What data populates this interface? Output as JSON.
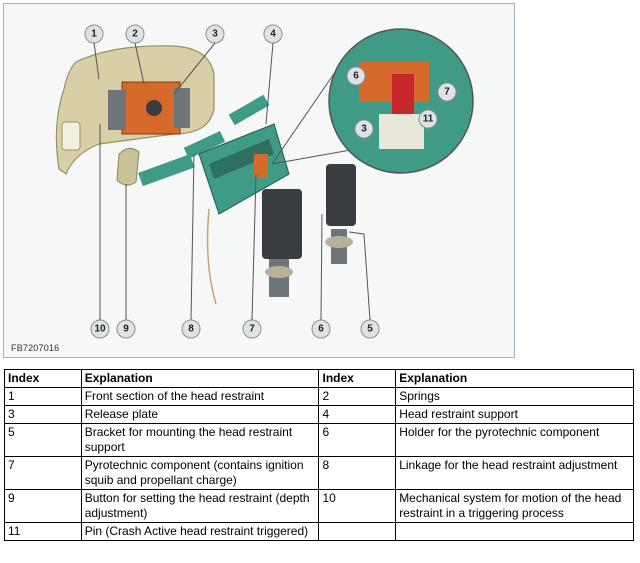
{
  "figure": {
    "code": "FB7207016",
    "callouts": [
      "1",
      "2",
      "3",
      "4",
      "5",
      "6",
      "7",
      "8",
      "9",
      "10"
    ],
    "zoom_callouts": [
      "6",
      "7",
      "3",
      "11"
    ],
    "colors": {
      "housing": "#d8cfa6",
      "orange": "#d66a2b",
      "teal": "#3f9a86",
      "dark": "#3a3d40",
      "red": "#c8262a"
    }
  },
  "legend": {
    "headers": [
      "Index",
      "Explanation",
      "Index",
      "Explanation"
    ],
    "rows": [
      [
        "1",
        "Front section of the head restraint",
        "2",
        "Springs"
      ],
      [
        "3",
        "Release plate",
        "4",
        "Head restraint support"
      ],
      [
        "5",
        "Bracket for mounting the head restraint support",
        "6",
        "Holder for the pyrotechnic component"
      ],
      [
        "7",
        "Pyrotechnic component (contains ignition squib and propellant charge)",
        "8",
        "Linkage for the head restraint adjustment"
      ],
      [
        "9",
        "Button for setting the head restraint (depth adjustment)",
        "10",
        "Mechanical system for motion of the head restraint in a triggering process"
      ],
      [
        "11",
        "Pin (Crash Active head restraint triggered)",
        "",
        ""
      ]
    ]
  }
}
